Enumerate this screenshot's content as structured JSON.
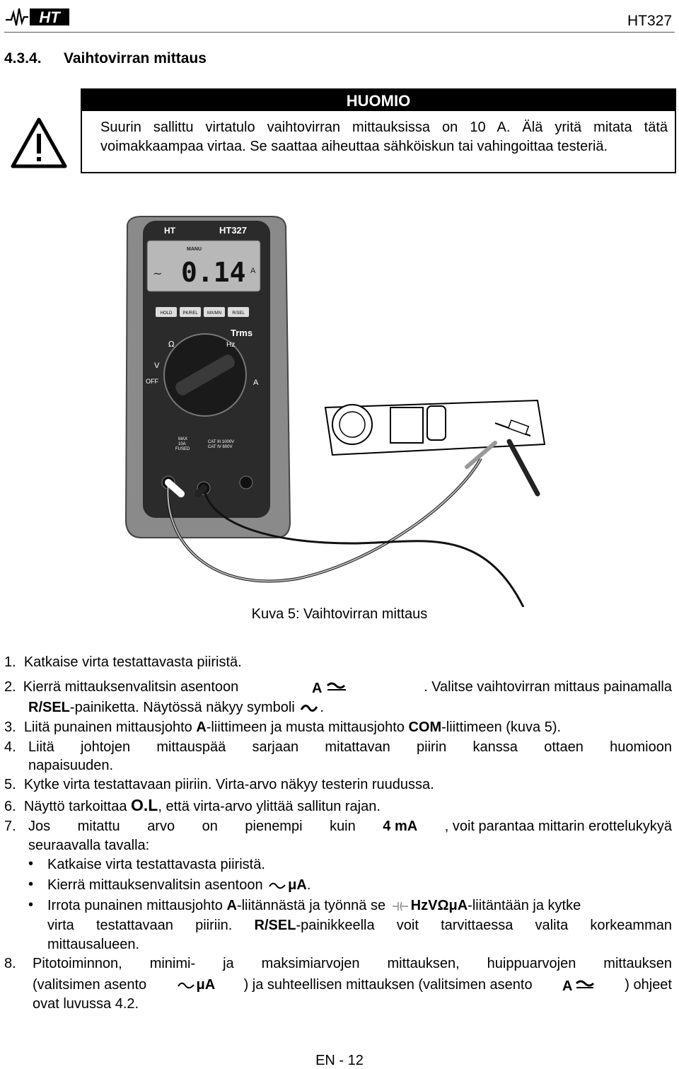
{
  "header": {
    "logo_text": "HT",
    "model": "HT327"
  },
  "section": {
    "number": "4.3.4.",
    "title": "Vaihtovirran mittaus"
  },
  "warning": {
    "title": "HUOMIO",
    "text": "Suurin sallittu virtatulo vaihtovirran mittauksissa on 10 A. Älä yritä mitata tätä voimakkaampaa virtaa. Se saattaa aiheuttaa sähköiskun tai vahingoittaa testeriä."
  },
  "figure": {
    "meter_brand": "HT",
    "meter_model": "HT327",
    "display_mode": "MANU",
    "display_value": "0.14",
    "display_unit": "A",
    "buttons": [
      "HOLD",
      "PK/REL",
      "MX/MN",
      "R/SEL"
    ],
    "trms": "Trms",
    "dial_labels": [
      "Ω",
      "Hz",
      "V",
      "OFF",
      "A"
    ],
    "jack_text": [
      "MAX",
      "10A",
      "FUSED",
      "CAT III 1000V",
      "CAT IV 600V"
    ],
    "caption": "Kuva 5: Vaihtovirran mittaus"
  },
  "steps": [
    {
      "n": "1.",
      "text": "Katkaise virta testattavasta piiristä."
    },
    {
      "n": "2.",
      "a": "Kierrä mittauksenvalitsin asentoon",
      "b": ". Valitse vaihtovirran mittaus painamalla",
      "c_bold": "R/SEL",
      "c": "-painiketta. Näytössä näkyy symboli",
      "d": "."
    },
    {
      "n": "3.",
      "a": "Liitä punainen mittausjohto ",
      "a_bold": "A",
      "b": "-liittimeen ja musta mittausjohto ",
      "b_bold": "COM",
      "c": "-liittimeen (kuva 5)."
    },
    {
      "n": "4.",
      "text1": "Liitä johtojen mittauspää sarjaan mitattavan piirin kanssa ottaen huomioon",
      "text2": "napaisuuden."
    },
    {
      "n": "5.",
      "text": "Kytke virta testattavaan piiriin. Virta-arvo näkyy testerin ruudussa."
    },
    {
      "n": "6.",
      "a": "Näyttö tarkoittaa ",
      "a_bold": "O.L",
      "b": ", että virta-arvo ylittää sallitun rajan."
    },
    {
      "n": "7.",
      "a": "Jos mitattu arvo on pienempi kuin ",
      "a_bold": "4 mA",
      "b": ", voit parantaa mittarin erottelukykyä",
      "c": "seuraavalla tavalla:"
    }
  ],
  "bullets": [
    {
      "text": "Katkaise virta testattavasta piiristä."
    },
    {
      "a": "Kierrä mittauksenvalitsin asentoon",
      "a_bold": "μA",
      "b": "."
    },
    {
      "a": "Irrota punainen mittausjohto ",
      "a_bold": "A",
      "b": "-liitännästä ja työnnä se",
      "b_bold": "HzVΩμA",
      "c": "-liitäntään ja kytke",
      "d": "virta testattavaan piiriin. ",
      "d_bold": "R/SEL",
      "e": "-painikkeella voit tarvittaessa valita korkeamman",
      "f": "mittausalueen."
    }
  ],
  "step8": {
    "n": "8.",
    "line1": "Pitotoiminnon, minimi- ja maksimiarvojen mittauksen, huippuarvojen mittauksen",
    "a": "(valitsimen asento",
    "a_bold": "μA",
    "b": ") ja suhteellisen mittauksen (valitsimen asento",
    "c": ") ohjeet",
    "line3": "ovat luvussa 4.2."
  },
  "footer": "EN - 12"
}
